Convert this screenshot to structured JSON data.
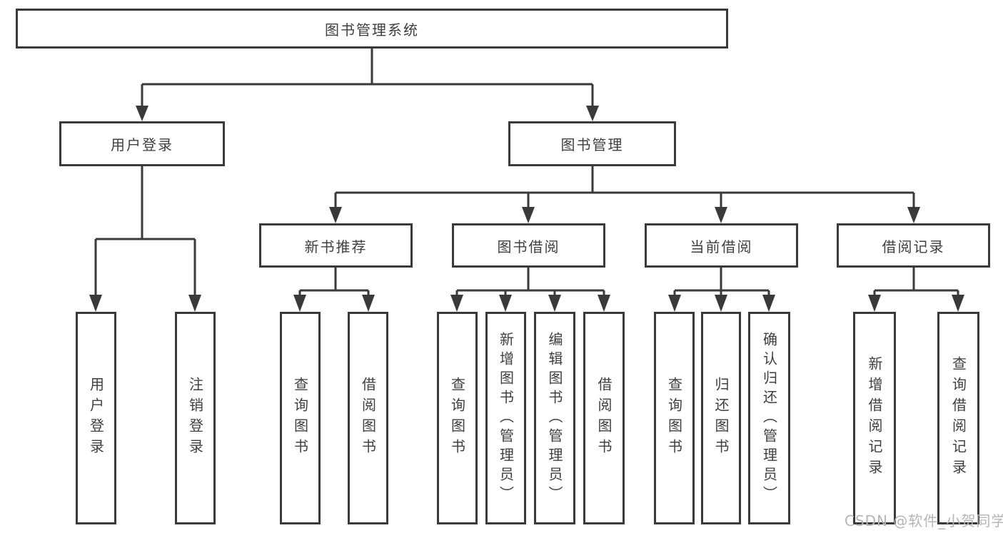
{
  "title": {
    "label": "图书管理系统"
  },
  "level2": [
    {
      "label": "用户登录"
    },
    {
      "label": "图书管理"
    }
  ],
  "level3": [
    {
      "label": "新书推荐"
    },
    {
      "label": "图书借阅"
    },
    {
      "label": "当前借阅"
    },
    {
      "label": "借阅记录"
    }
  ],
  "leaves": {
    "login": [
      {
        "label": "用户登录"
      },
      {
        "label": "注销登录"
      }
    ],
    "new_books": [
      {
        "label": "查询图书"
      },
      {
        "label": "借阅图书"
      }
    ],
    "book_borrow": [
      {
        "label": "查询图书"
      },
      {
        "label": "新增图书（管理员）"
      },
      {
        "label": "编辑图书（管理员）"
      },
      {
        "label": "借阅图书"
      }
    ],
    "current_borrow": [
      {
        "label": "查询图书"
      },
      {
        "label": "归还图书"
      },
      {
        "label": "确认归还（管理员）"
      }
    ],
    "borrow_records": [
      {
        "label": "新增借阅记录"
      },
      {
        "label": "查询借阅记录"
      }
    ]
  },
  "watermark": {
    "text": "CSDN @软件_小贺同学"
  },
  "colors": {
    "line": "#3a3a3a",
    "text": "#3f3f3f",
    "watermark": "#b5b5b5",
    "background": "#ffffff"
  }
}
